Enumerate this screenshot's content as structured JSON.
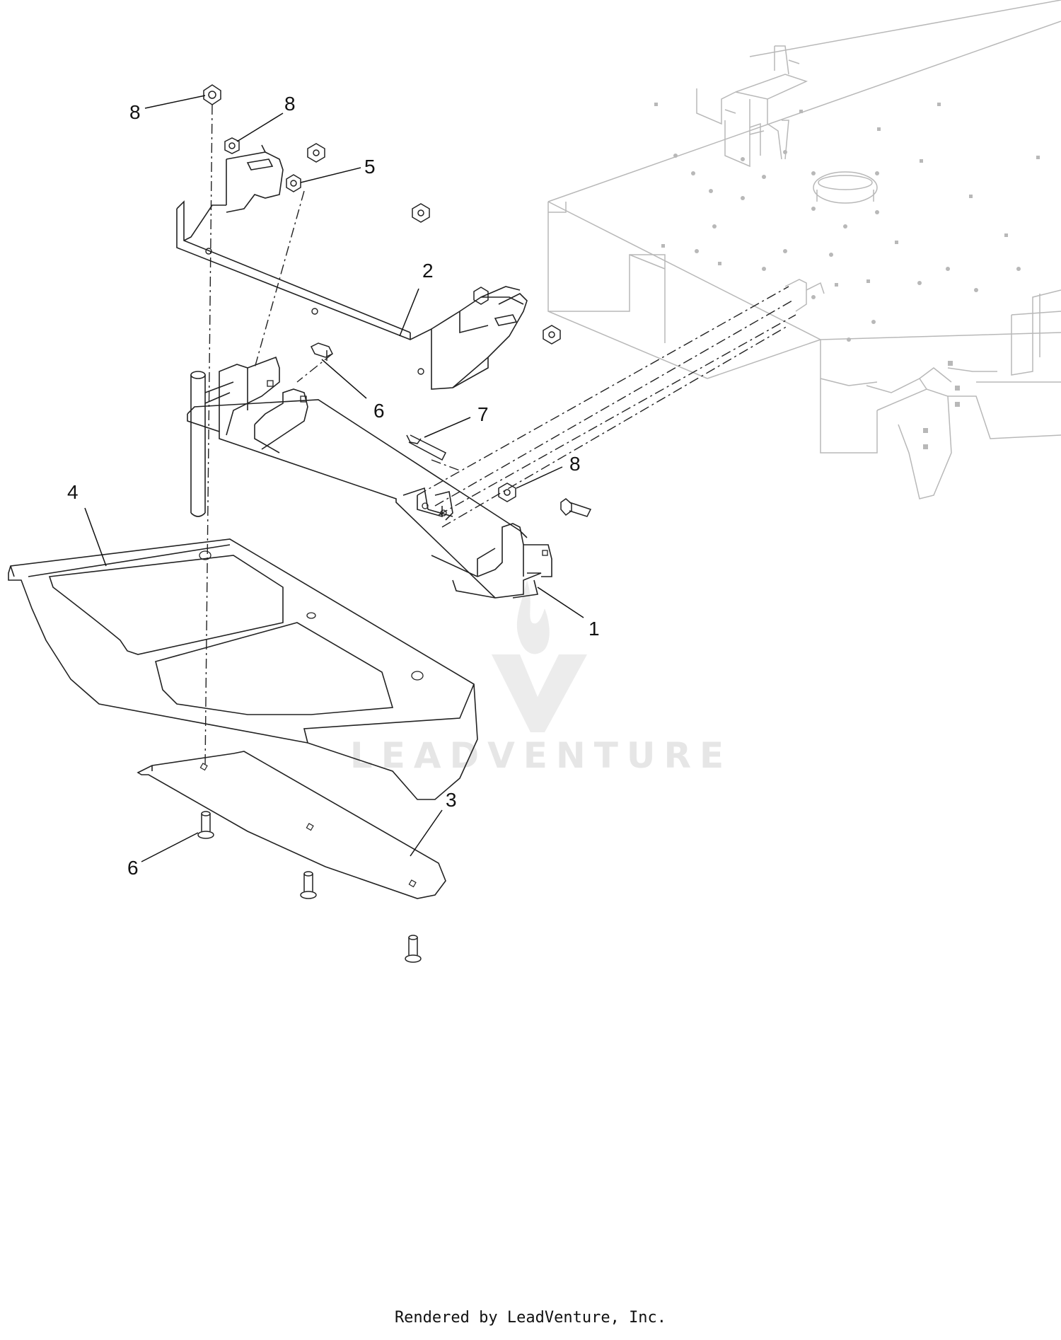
{
  "footer": "Rendered by LeadVenture, Inc.",
  "watermark": "LEADVENTURE",
  "callouts": [
    "8",
    "8",
    "5",
    "2",
    "6",
    "7",
    "8",
    "4",
    "1",
    "3",
    "6"
  ]
}
